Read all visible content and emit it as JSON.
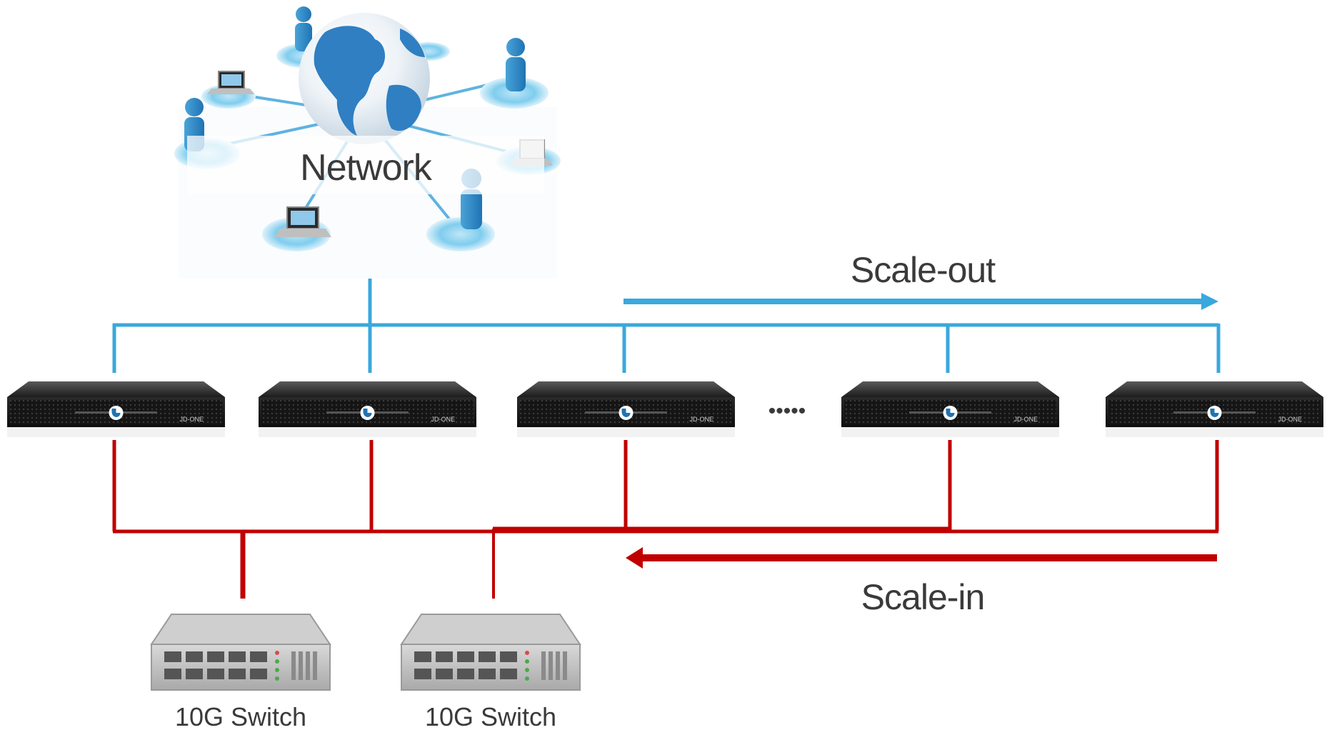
{
  "network": {
    "label": "Network"
  },
  "scale_out": {
    "label": "Scale-out",
    "color": "#3aa8dc"
  },
  "scale_in": {
    "label": "Scale-in",
    "color": "#c00000"
  },
  "server": {
    "brand": "JD-ONE"
  },
  "ellipsis": "•••••",
  "switches": [
    {
      "label": "10G Switch"
    },
    {
      "label": "10G Switch"
    }
  ]
}
